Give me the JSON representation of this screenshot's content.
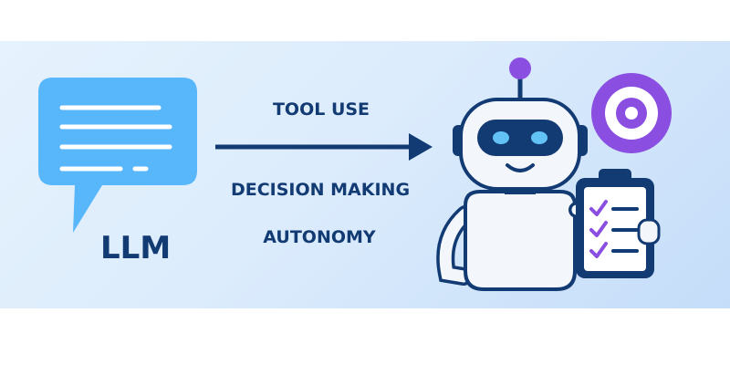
{
  "source_label": "LLM",
  "capabilities": [
    "TOOL USE",
    "DECISION MAKING",
    "AUTONOMY"
  ],
  "icons": {
    "source": "chat-bubble-icon",
    "agent": "robot-icon",
    "goal": "target-icon",
    "tasks": "clipboard-checklist-icon",
    "flow": "arrow-right-icon"
  },
  "colors": {
    "navy": "#123a73",
    "bubble": "#58b6fa",
    "purple": "#8a4fe0",
    "background_light": "#e6f2fd",
    "background_dark": "#c5ddf9"
  }
}
